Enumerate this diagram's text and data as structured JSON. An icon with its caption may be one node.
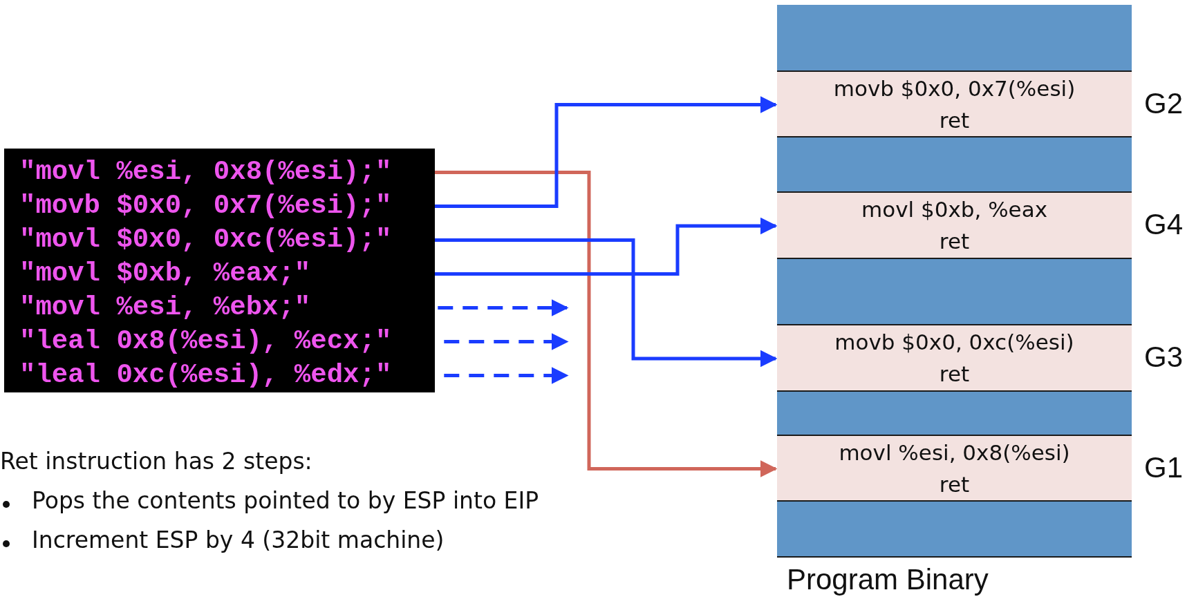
{
  "diagram": {
    "nodes": [
      {
        "text": [],
        "shape": "box"
      },
      {
        "text": [
          "\"movl %esi, 0x8(%esi);\""
        ],
        "in": 0
      },
      {
        "text": [
          "\"movb $0x0, 0x7(%esi);\""
        ],
        "in": 0
      },
      {
        "text": [
          "\"movl $0x0, 0xc(%esi);\""
        ],
        "in": 0
      },
      {
        "text": [
          "\"movl $0xb, %eax;\""
        ],
        "in": 0
      },
      {
        "text": [
          "\"movl %esi, %ebx;\""
        ],
        "in": 0
      },
      {
        "text": [
          "\"leal 0x8(%esi), %ecx;\""
        ],
        "in": 0
      },
      {
        "text": [
          "\"leal 0xc(%esi), %edx;\""
        ],
        "in": 0
      },
      {
        "text": [
          "Program Binary"
        ]
      },
      {
        "text": [],
        "shape": "box",
        "in": 8
      },
      {
        "text": [
          "movb $0x0, 0x7(%esi)",
          "ret"
        ],
        "in": 8,
        "beside": [
          "G2"
        ]
      },
      {
        "text": [],
        "shape": "box",
        "in": 8
      },
      {
        "text": [
          "movl $0xb, %eax",
          "ret"
        ],
        "in": 8,
        "beside": [
          "G4"
        ]
      },
      {
        "text": [],
        "shape": "box",
        "in": 8
      },
      {
        "text": [
          "movb $0x0, 0xc(%esi)",
          "ret"
        ],
        "in": 8,
        "beside": [
          "G3"
        ]
      },
      {
        "text": [],
        "shape": "box",
        "in": 8
      },
      {
        "text": [
          "movl %esi, 0x8(%esi)",
          "ret"
        ],
        "in": 8,
        "beside": [
          "G1"
        ]
      },
      {
        "text": [],
        "shape": "box",
        "in": 8
      }
    ],
    "edges": [
      {
        "from": 1,
        "to": 16,
        "arrow": "to",
        "color": "#d0665a"
      },
      {
        "from": 2,
        "to": 10,
        "arrow": "to"
      },
      {
        "from": 3,
        "to": 14,
        "arrow": "to"
      },
      {
        "from": 4,
        "to": 12,
        "arrow": "to"
      },
      {
        "from": 5,
        "to": null,
        "arrow": "to",
        "style": "dashed"
      },
      {
        "from": 6,
        "to": null,
        "arrow": "to",
        "style": "dashed"
      },
      {
        "from": 7,
        "to": null,
        "arrow": "to",
        "style": "dashed"
      }
    ],
    "labels": [
      "Ret instruction has 2 steps:",
      "Pops the contents pointed to by ESP into EIP",
      "Increment ESP by 4 (32bit machine)"
    ]
  }
}
